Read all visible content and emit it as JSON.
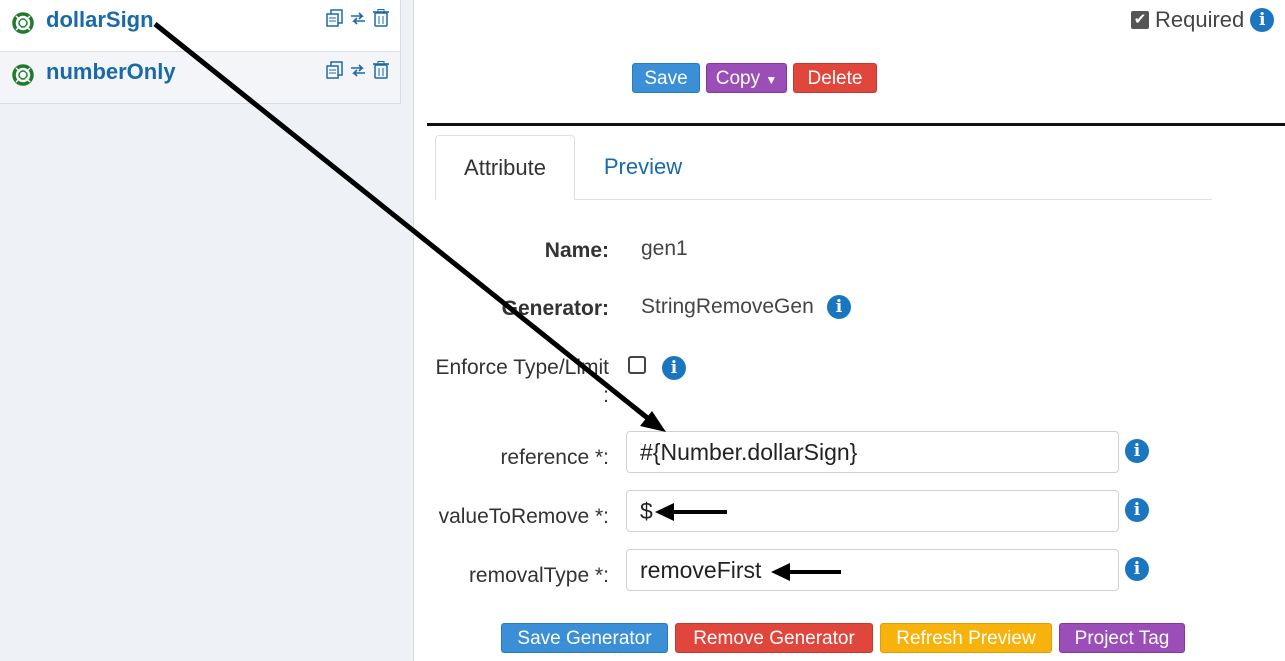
{
  "sidebar": {
    "items": [
      {
        "label": "dollarSign"
      },
      {
        "label": "numberOnly"
      }
    ]
  },
  "header": {
    "required_label": "Required",
    "save_label": "Save",
    "copy_label": "Copy",
    "delete_label": "Delete"
  },
  "tabs": [
    {
      "label": "Attribute",
      "active": true
    },
    {
      "label": "Preview",
      "active": false
    }
  ],
  "form": {
    "name_label": "Name:",
    "name_value": "gen1",
    "generator_label": "Generator:",
    "generator_value": "StringRemoveGen",
    "enforce_label": "Enforce Type/Limit",
    "enforce_colon": ":",
    "enforce_checked": false,
    "reference_label": "reference *:",
    "reference_value": "#{Number.dollarSign}",
    "value_to_remove_label": "valueToRemove *:",
    "value_to_remove_value": "$",
    "removal_type_label": "removalType *:",
    "removal_type_value": "removeFirst"
  },
  "actions": {
    "save_generator": "Save Generator",
    "remove_generator": "Remove Generator",
    "refresh_preview": "Refresh Preview",
    "project_tag": "Project Tag"
  },
  "colors": {
    "link_blue": "#1b6aa8",
    "info_blue": "#1b76c2",
    "save_blue": "#3a8fd6",
    "copy_purple": "#9b4db8",
    "delete_red": "#e0463c",
    "refresh_yellow": "#f7b20b",
    "ring_green": "#1f7a2c"
  }
}
